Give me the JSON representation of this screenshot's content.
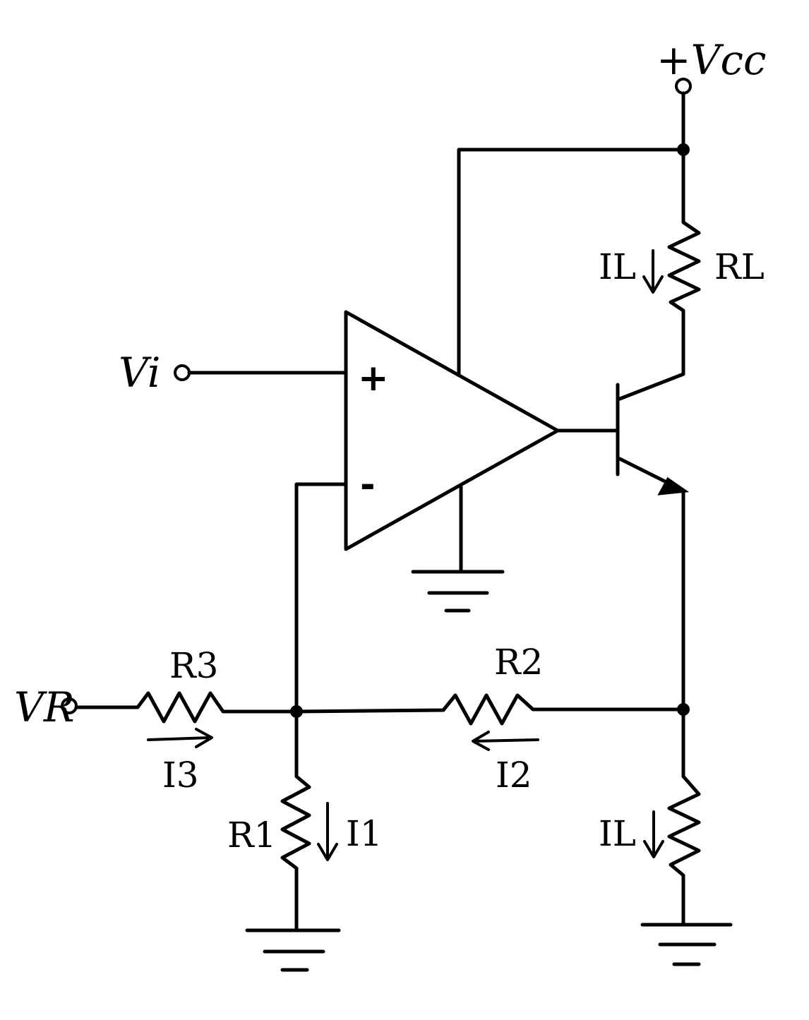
{
  "labels": {
    "vcc": "+Vcc",
    "vi": "Vi",
    "vr": "VR",
    "rl": "RL",
    "il_top": "IL",
    "il_bottom": "IL",
    "r1": "R1",
    "r2": "R2",
    "r3": "R3",
    "i1": "I1",
    "i2": "I2",
    "i3": "I3",
    "plus": "+",
    "minus": "-"
  }
}
